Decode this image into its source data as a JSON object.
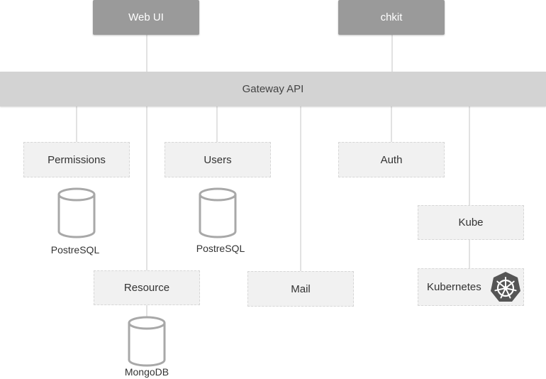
{
  "clients": {
    "web_ui": "Web UI",
    "chkit": "chkit"
  },
  "gateway": {
    "label": "Gateway API"
  },
  "services": {
    "permissions": "Permissions",
    "users": "Users",
    "auth": "Auth",
    "kube": "Kube",
    "resource": "Resource",
    "mail": "Mail",
    "kubernetes": "Kubernetes"
  },
  "databases": {
    "permissions_db": "PostreSQL",
    "users_db": "PostreSQL",
    "resource_db": "MongoDB"
  },
  "icons": {
    "database": "database-icon",
    "kubernetes": "kubernetes-icon"
  },
  "colors": {
    "client_box": "#9a9a9a",
    "gateway_bar": "#d3d3d3",
    "service_box": "#f1f1f1",
    "connector": "#cccccc",
    "k8s_icon": "#555555"
  }
}
